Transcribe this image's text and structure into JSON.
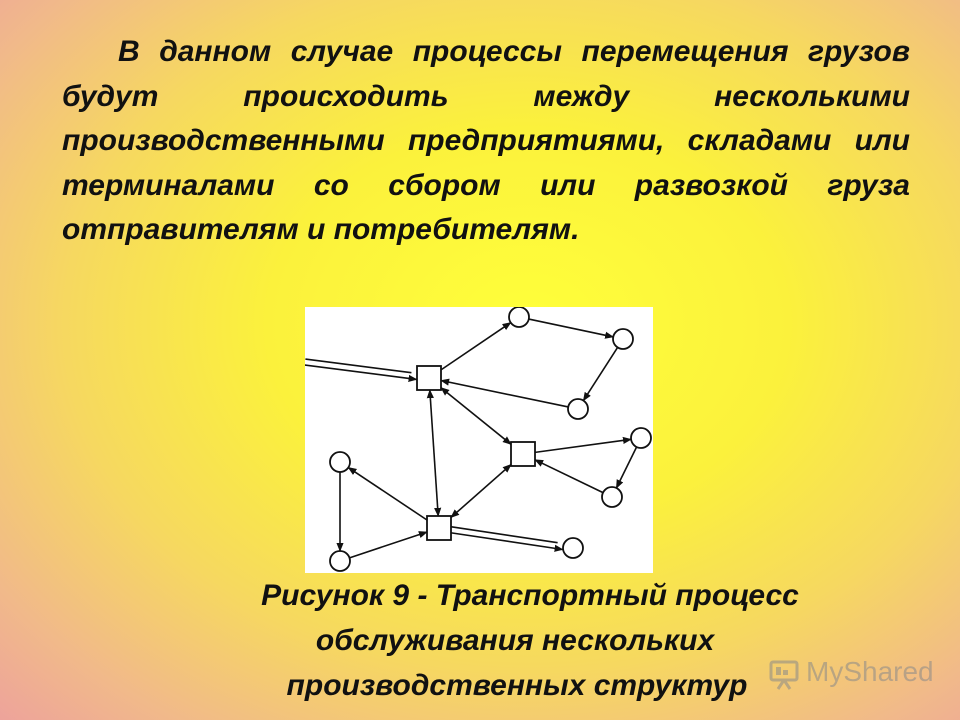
{
  "paragraph": "В данном случае процессы перемещения грузов будут происходить между несколькими производственными предприятиями, складами или терминалами со сбором или развозкой груза отправителям и потребителям.",
  "caption": {
    "line1": "Рисунок 9 -  Транспортный процесс",
    "line2": "обслуживания нескольких",
    "line3": "производственных структур"
  },
  "watermark": {
    "text": "MyShared",
    "icon": "presentation-board-icon"
  },
  "diagram": {
    "nodes": [
      {
        "id": "hub1",
        "shape": "square"
      },
      {
        "id": "hub2",
        "shape": "square"
      },
      {
        "id": "hub3",
        "shape": "square"
      },
      {
        "id": "c1",
        "shape": "circle"
      },
      {
        "id": "c2",
        "shape": "circle"
      },
      {
        "id": "c3",
        "shape": "circle"
      },
      {
        "id": "c4",
        "shape": "circle"
      },
      {
        "id": "c5",
        "shape": "circle"
      },
      {
        "id": "c6",
        "shape": "circle"
      },
      {
        "id": "c7",
        "shape": "circle"
      },
      {
        "id": "c8",
        "shape": "circle"
      }
    ],
    "edges": [
      {
        "from": "external",
        "to": "hub1",
        "style": "double"
      },
      {
        "from": "hub1",
        "to": "c1"
      },
      {
        "from": "c1",
        "to": "c2"
      },
      {
        "from": "c2",
        "to": "c3"
      },
      {
        "from": "c3",
        "to": "hub1"
      },
      {
        "from": "hub1",
        "to": "hub2",
        "direction": "both"
      },
      {
        "from": "hub1",
        "to": "hub3",
        "direction": "both"
      },
      {
        "from": "hub2",
        "to": "hub3",
        "direction": "both"
      },
      {
        "from": "hub2",
        "to": "c4"
      },
      {
        "from": "c4",
        "to": "c5"
      },
      {
        "from": "c5",
        "to": "hub2"
      },
      {
        "from": "hub3",
        "to": "c6"
      },
      {
        "from": "c6",
        "to": "c7"
      },
      {
        "from": "c7",
        "to": "hub3"
      },
      {
        "from": "hub3",
        "to": "c8",
        "style": "double"
      }
    ]
  }
}
